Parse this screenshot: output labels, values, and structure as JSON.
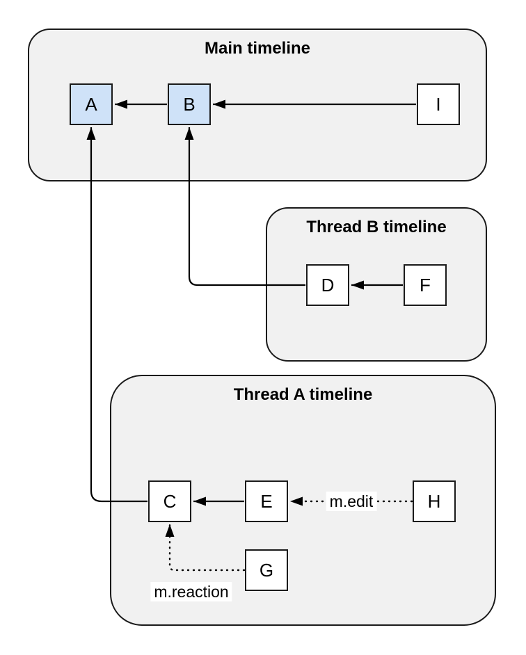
{
  "groups": {
    "main": {
      "title": "Main timeline"
    },
    "thread_b": {
      "title": "Thread B timeline"
    },
    "thread_a": {
      "title": "Thread A timeline"
    }
  },
  "nodes": {
    "a": {
      "label": "A",
      "highlighted": true
    },
    "b": {
      "label": "B",
      "highlighted": true
    },
    "i": {
      "label": "I",
      "highlighted": false
    },
    "d": {
      "label": "D",
      "highlighted": false
    },
    "f": {
      "label": "F",
      "highlighted": false
    },
    "c": {
      "label": "C",
      "highlighted": false
    },
    "e": {
      "label": "E",
      "highlighted": false
    },
    "h": {
      "label": "H",
      "highlighted": false
    },
    "g": {
      "label": "G",
      "highlighted": false
    }
  },
  "edge_labels": {
    "edit": "m.edit",
    "reaction": "m.reaction"
  },
  "edges": [
    {
      "from": "B",
      "to": "A",
      "style": "solid",
      "label": ""
    },
    {
      "from": "I",
      "to": "B",
      "style": "solid",
      "label": ""
    },
    {
      "from": "F",
      "to": "D",
      "style": "solid",
      "label": ""
    },
    {
      "from": "D",
      "to": "B",
      "style": "solid",
      "label": ""
    },
    {
      "from": "E",
      "to": "C",
      "style": "solid",
      "label": ""
    },
    {
      "from": "C",
      "to": "A",
      "style": "solid",
      "label": ""
    },
    {
      "from": "H",
      "to": "E",
      "style": "dotted",
      "label": "m.edit"
    },
    {
      "from": "G",
      "to": "C",
      "style": "dotted",
      "label": "m.reaction"
    }
  ],
  "colors": {
    "group_fill": "#f1f1f1",
    "group_border": "#1a1a1a",
    "node_fill": "#ffffff",
    "node_fill_highlight": "#cfe2f8",
    "node_border": "#1a1a1a",
    "edge_color": "#000000",
    "label_bg": "#ffffff"
  }
}
